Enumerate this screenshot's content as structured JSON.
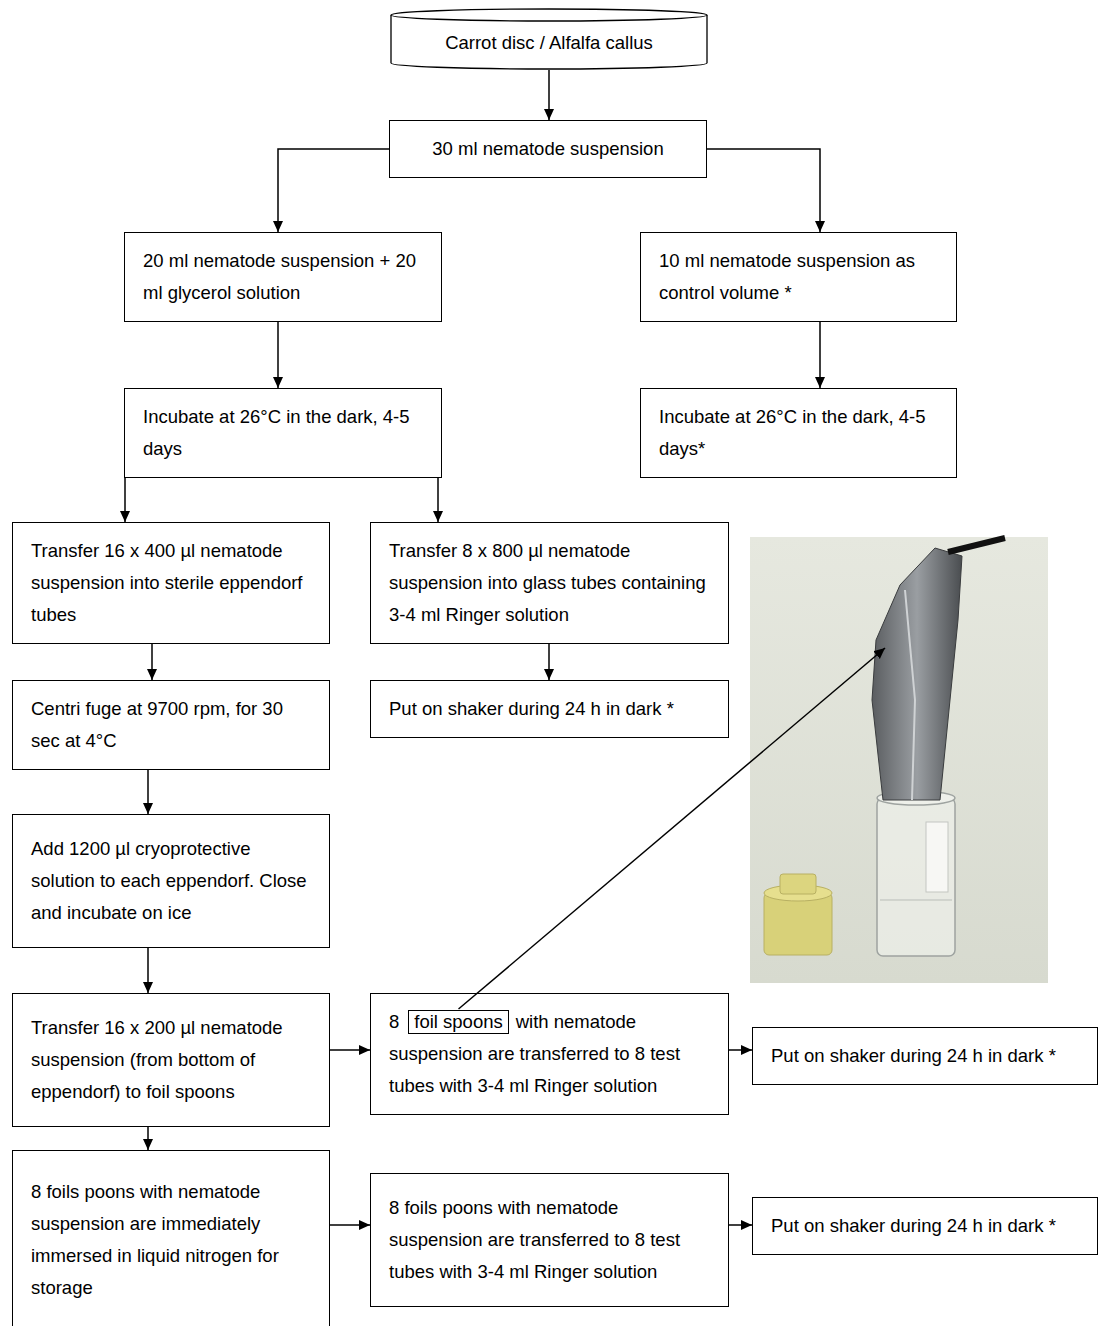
{
  "diagram": {
    "nodes": [
      {
        "text": [
          "Carrot disc / Alfalfa callus"
        ]
      },
      {
        "text": [
          "30 ml nematode suspension"
        ]
      },
      {
        "text": [
          "20 ml nematode suspension + 20 ml glycerol solution"
        ]
      },
      {
        "text": [
          "10 ml nematode suspension as control volume *"
        ]
      },
      {
        "text": [
          "Incubate at 26°C in the dark, 4-5 days"
        ]
      },
      {
        "text": [
          "Incubate at 26°C in the dark, 4-5 days*"
        ]
      },
      {
        "text": [
          "Transfer 16 x 400 µl nematode suspension into sterile eppendorf tubes"
        ]
      },
      {
        "text": [
          "Transfer 8 x 800 µl nematode suspension into glass tubes containing 3-4 ml Ringer solution"
        ]
      },
      {
        "text": [
          "Centri fuge at 9700 rpm, for 30 sec at 4°C"
        ]
      },
      {
        "text": [
          "Put on shaker during 24 h in dark *"
        ]
      },
      {
        "text": [
          "Add 1200 µl cryoprotective solution to each eppendorf. Close and incubate on ice"
        ]
      },
      {
        "text": [
          "Transfer 16 x 200 µl nematode suspension (from bottom of eppendorf) to foil spoons"
        ]
      },
      {
        "text": [
          "8",
          "with nematode suspension are transferred to 8 test tubes with 3-4 ml Ringer solution"
        ]
      },
      {
        "text": [
          "foil spoons"
        ],
        "in": 12
      },
      {
        "text": [
          "Put on shaker during 24 h in dark *"
        ]
      },
      {
        "text": [
          "8 foils poons with nematode suspension are immediately immersed in liquid nitrogen for storage"
        ]
      },
      {
        "text": [
          "8 foils poons with nematode suspension are transferred to 8 test tubes with 3-4 ml Ringer solution"
        ]
      },
      {
        "text": [
          "Put on shaker during 24 h in dark *"
        ]
      }
    ],
    "edges": [
      {
        "from": 0,
        "to": 1,
        "arrow": "to"
      },
      {
        "from": 1,
        "to": 2,
        "arrow": "to"
      },
      {
        "from": 1,
        "to": 3,
        "arrow": "to"
      },
      {
        "from": 2,
        "to": 4,
        "arrow": "to"
      },
      {
        "from": 3,
        "to": 5,
        "arrow": "to"
      },
      {
        "from": 4,
        "to": 6,
        "arrow": "to"
      },
      {
        "from": 4,
        "to": 7,
        "arrow": "to"
      },
      {
        "from": 6,
        "to": 8,
        "arrow": "to"
      },
      {
        "from": 7,
        "to": 9,
        "arrow": "to"
      },
      {
        "from": 8,
        "to": 10,
        "arrow": "to"
      },
      {
        "from": 10,
        "to": 11,
        "arrow": "to"
      },
      {
        "from": 11,
        "to": 12,
        "arrow": "to"
      },
      {
        "from": 12,
        "to": 14,
        "arrow": "to"
      },
      {
        "from": 11,
        "to": 15,
        "arrow": "to"
      },
      {
        "from": 15,
        "to": 16,
        "arrow": "to"
      },
      {
        "from": 16,
        "to": 17,
        "arrow": "to"
      }
    ]
  }
}
